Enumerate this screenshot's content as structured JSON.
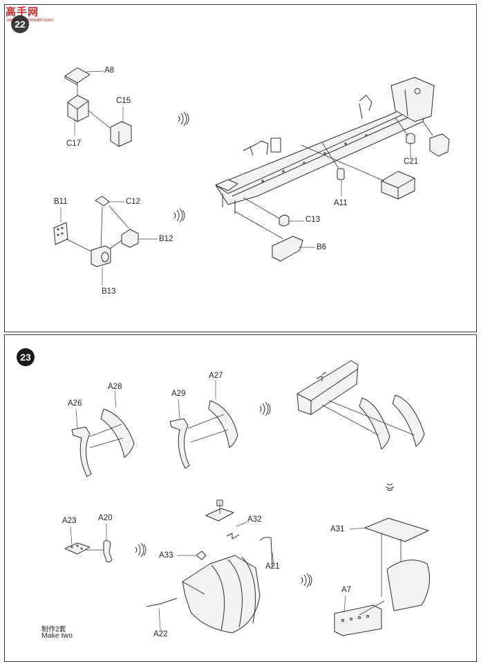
{
  "watermark": {
    "text": "高手网",
    "url": "www.greatmodel.com"
  },
  "steps": [
    {
      "number": "22",
      "labels": [
        "A8",
        "C15",
        "C17",
        "C21",
        "A11",
        "C13",
        "B6",
        "B11",
        "C12",
        "B12",
        "B13"
      ]
    },
    {
      "number": "23",
      "labels": [
        "A26",
        "A28",
        "A29",
        "A27",
        "A23",
        "A20",
        "A32",
        "A33",
        "A21",
        "A22",
        "A31",
        "A7"
      ],
      "note_cn": "制作2套",
      "note_en": "Make two"
    }
  ]
}
